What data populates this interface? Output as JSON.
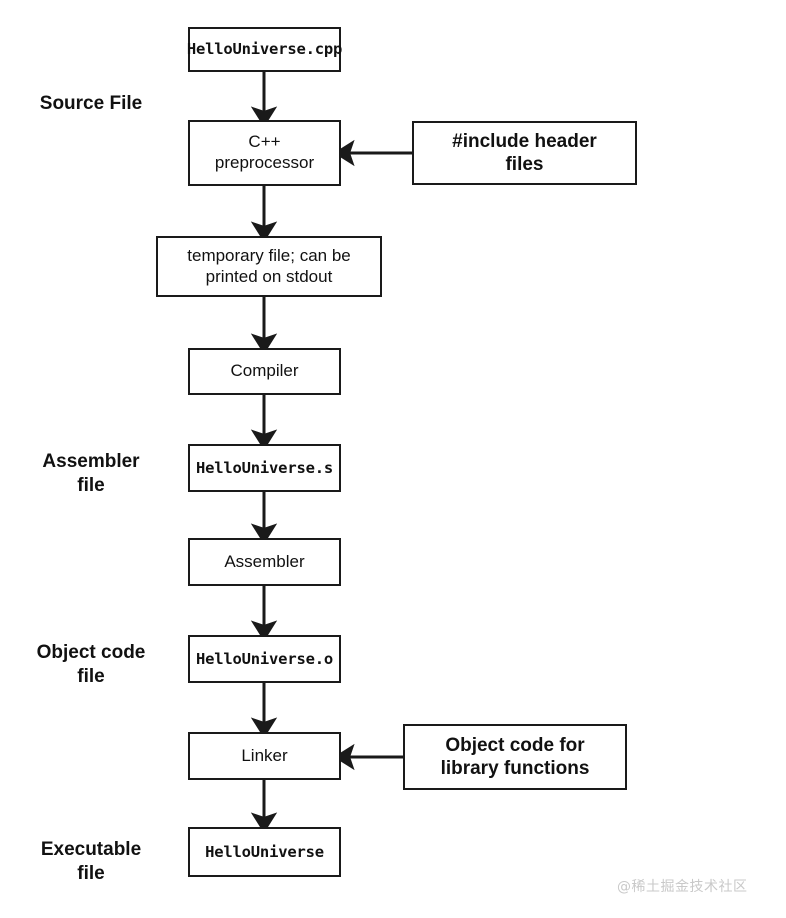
{
  "diagram": {
    "title_present": false,
    "colors": {
      "stroke": "#1a1a1a",
      "fill": "#ffffff",
      "text": "#111111",
      "watermark": "#c9c9c9"
    },
    "stage_labels": [
      {
        "id": "source-file",
        "text": "Source File"
      },
      {
        "id": "assembler-file",
        "text": "Assembler\nfile"
      },
      {
        "id": "object-code-file",
        "text": "Object code\nfile"
      },
      {
        "id": "executable-file",
        "text": "Executable\nfile"
      }
    ],
    "nodes": [
      {
        "id": "hellouniverse-cpp",
        "text": "HelloUniverse.cpp",
        "style": "mono"
      },
      {
        "id": "cpp-preprocessor",
        "text": "C++\npreprocessor",
        "style": "plain"
      },
      {
        "id": "include-header-files",
        "text": "#include header\nfiles",
        "style": "strong"
      },
      {
        "id": "temporary-file",
        "text": "temporary file; can be\nprinted on stdout",
        "style": "plain"
      },
      {
        "id": "compiler",
        "text": "Compiler",
        "style": "plain"
      },
      {
        "id": "hellouniverse-s",
        "text": "HelloUniverse.s",
        "style": "mono"
      },
      {
        "id": "assembler",
        "text": "Assembler",
        "style": "plain"
      },
      {
        "id": "hellouniverse-o",
        "text": "HelloUniverse.o",
        "style": "mono"
      },
      {
        "id": "linker",
        "text": "Linker",
        "style": "plain"
      },
      {
        "id": "object-code-library",
        "text": "Object code for\nlibrary functions",
        "style": "strong"
      },
      {
        "id": "hellouniverse-exe",
        "text": "HelloUniverse",
        "style": "mono"
      }
    ],
    "edges": [
      {
        "from": "hellouniverse-cpp",
        "to": "cpp-preprocessor",
        "direction": "down"
      },
      {
        "from": "include-header-files",
        "to": "cpp-preprocessor",
        "direction": "left"
      },
      {
        "from": "cpp-preprocessor",
        "to": "temporary-file",
        "direction": "down"
      },
      {
        "from": "temporary-file",
        "to": "compiler",
        "direction": "down"
      },
      {
        "from": "compiler",
        "to": "hellouniverse-s",
        "direction": "down"
      },
      {
        "from": "hellouniverse-s",
        "to": "assembler",
        "direction": "down"
      },
      {
        "from": "assembler",
        "to": "hellouniverse-o",
        "direction": "down"
      },
      {
        "from": "hellouniverse-o",
        "to": "linker",
        "direction": "down"
      },
      {
        "from": "object-code-library",
        "to": "linker",
        "direction": "left"
      },
      {
        "from": "linker",
        "to": "hellouniverse-exe",
        "direction": "down"
      }
    ]
  },
  "watermark": {
    "text": "@稀土掘金技术社区"
  }
}
